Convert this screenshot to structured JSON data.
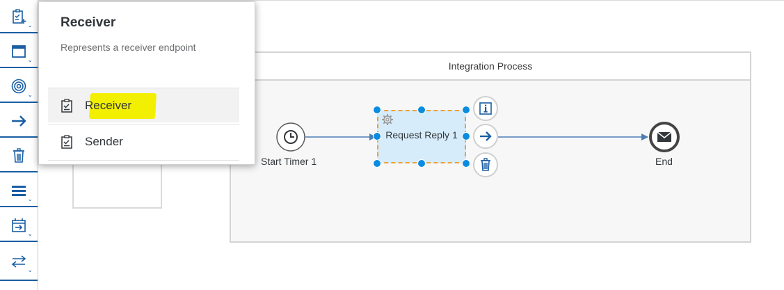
{
  "popover": {
    "title": "Receiver",
    "description": "Represents a receiver endpoint",
    "items": [
      {
        "label": "Receiver",
        "icon": "clipboard-check-icon",
        "selected": true
      },
      {
        "label": "Sender",
        "icon": "clipboard-check-icon",
        "selected": false
      }
    ]
  },
  "palette": {
    "tools": [
      {
        "icon": "participants-icon",
        "has_menu": true
      },
      {
        "icon": "process-icon",
        "has_menu": true
      },
      {
        "icon": "events-icon",
        "has_menu": true
      },
      {
        "icon": "connector-arrow-icon",
        "has_menu": false
      },
      {
        "icon": "delete-icon",
        "has_menu": false
      },
      {
        "icon": "mapping-icon",
        "has_menu": true
      },
      {
        "icon": "call-icon",
        "has_menu": true
      },
      {
        "icon": "message-flow-icon",
        "has_menu": true
      }
    ]
  },
  "diagram": {
    "pool_title": "Integration Process",
    "start_event_label": "Start Timer 1",
    "task_label": "Request Reply 1",
    "end_event_label": "End"
  },
  "colors": {
    "accent": "#0a6ed1",
    "toolbar_blue": "#1a5ea3",
    "task_fill": "#d6ecfb",
    "selection_dash": "#f0a030",
    "handle": "#0a8ce0",
    "highlight": "#f2f000",
    "flow_line": "#4a7fb5"
  }
}
